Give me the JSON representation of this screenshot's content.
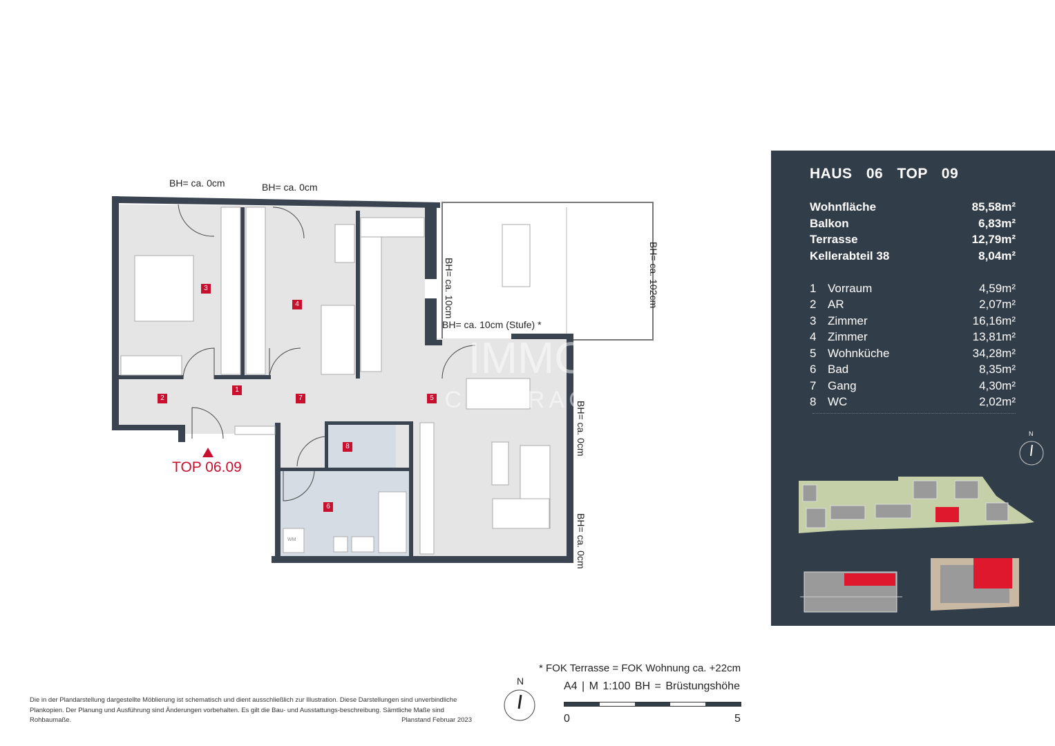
{
  "plan": {
    "bh_labels": [
      "BH= ca. 0cm",
      "BH= ca. 0cm",
      "BH= ca. 10cm",
      "BH= ca. 10cm (Stufe) *",
      "BH= ca. 102cm",
      "BH= ca. 0cm",
      "BH= ca. 0cm"
    ],
    "room_tags": [
      "1",
      "2",
      "3",
      "4",
      "5",
      "6",
      "7",
      "8"
    ],
    "unit_label": "TOP 06.09",
    "wm_label": "WM",
    "watermark": [
      "IMMO",
      "CONTRACT"
    ]
  },
  "panel": {
    "title": "HAUS 06   TOP 09",
    "areas": [
      {
        "label": "Wohnfläche",
        "value": "85,58m²"
      },
      {
        "label": "Balkon",
        "value": "6,83m²"
      },
      {
        "label": "Terrasse",
        "value": "12,79m²"
      },
      {
        "label": "Kellerabteil 38",
        "value": "8,04m²"
      }
    ],
    "rooms": [
      {
        "no": "1",
        "label": "Vorraum",
        "value": "4,59m²"
      },
      {
        "no": "2",
        "label": "AR",
        "value": "2,07m²"
      },
      {
        "no": "3",
        "label": "Zimmer",
        "value": "16,16m²"
      },
      {
        "no": "4",
        "label": "Zimmer",
        "value": "13,81m²"
      },
      {
        "no": "5",
        "label": "Wohnküche",
        "value": "34,28m²"
      },
      {
        "no": "6",
        "label": "Bad",
        "value": "8,35m²"
      },
      {
        "no": "7",
        "label": "Gang",
        "value": "4,30m²"
      },
      {
        "no": "8",
        "label": "WC",
        "value": "2,02m²"
      }
    ],
    "north": "N",
    "highlight_color": "#e0182d"
  },
  "footer": {
    "fok_note": "* FOK Terrasse = FOK Wohnung ca. +22cm",
    "scale_note": "A4 | M 1:100   BH = Brüstungshöhe",
    "scale_start": "0",
    "scale_end": "5",
    "north": "N",
    "disclaimer": "Die in der Plandarstellung dargestellte Möblierung ist schematisch und dient ausschließlich zur Illustration. Diese Darstellungen sind unverbindliche Plankopien. Der Planung und Ausführung sind Änderungen vorbehalten. Es gilt die Bau- und Ausstattungs-beschreibung. Sämtliche Maße sind Rohbaumaße.",
    "planstand": "Planstand Februar 2023"
  },
  "colors": {
    "wall": "#3a4450",
    "floor": "#e5e5e5",
    "bath": "#d6dce4",
    "accent": "#c8102e",
    "panel": "#323d4a"
  }
}
